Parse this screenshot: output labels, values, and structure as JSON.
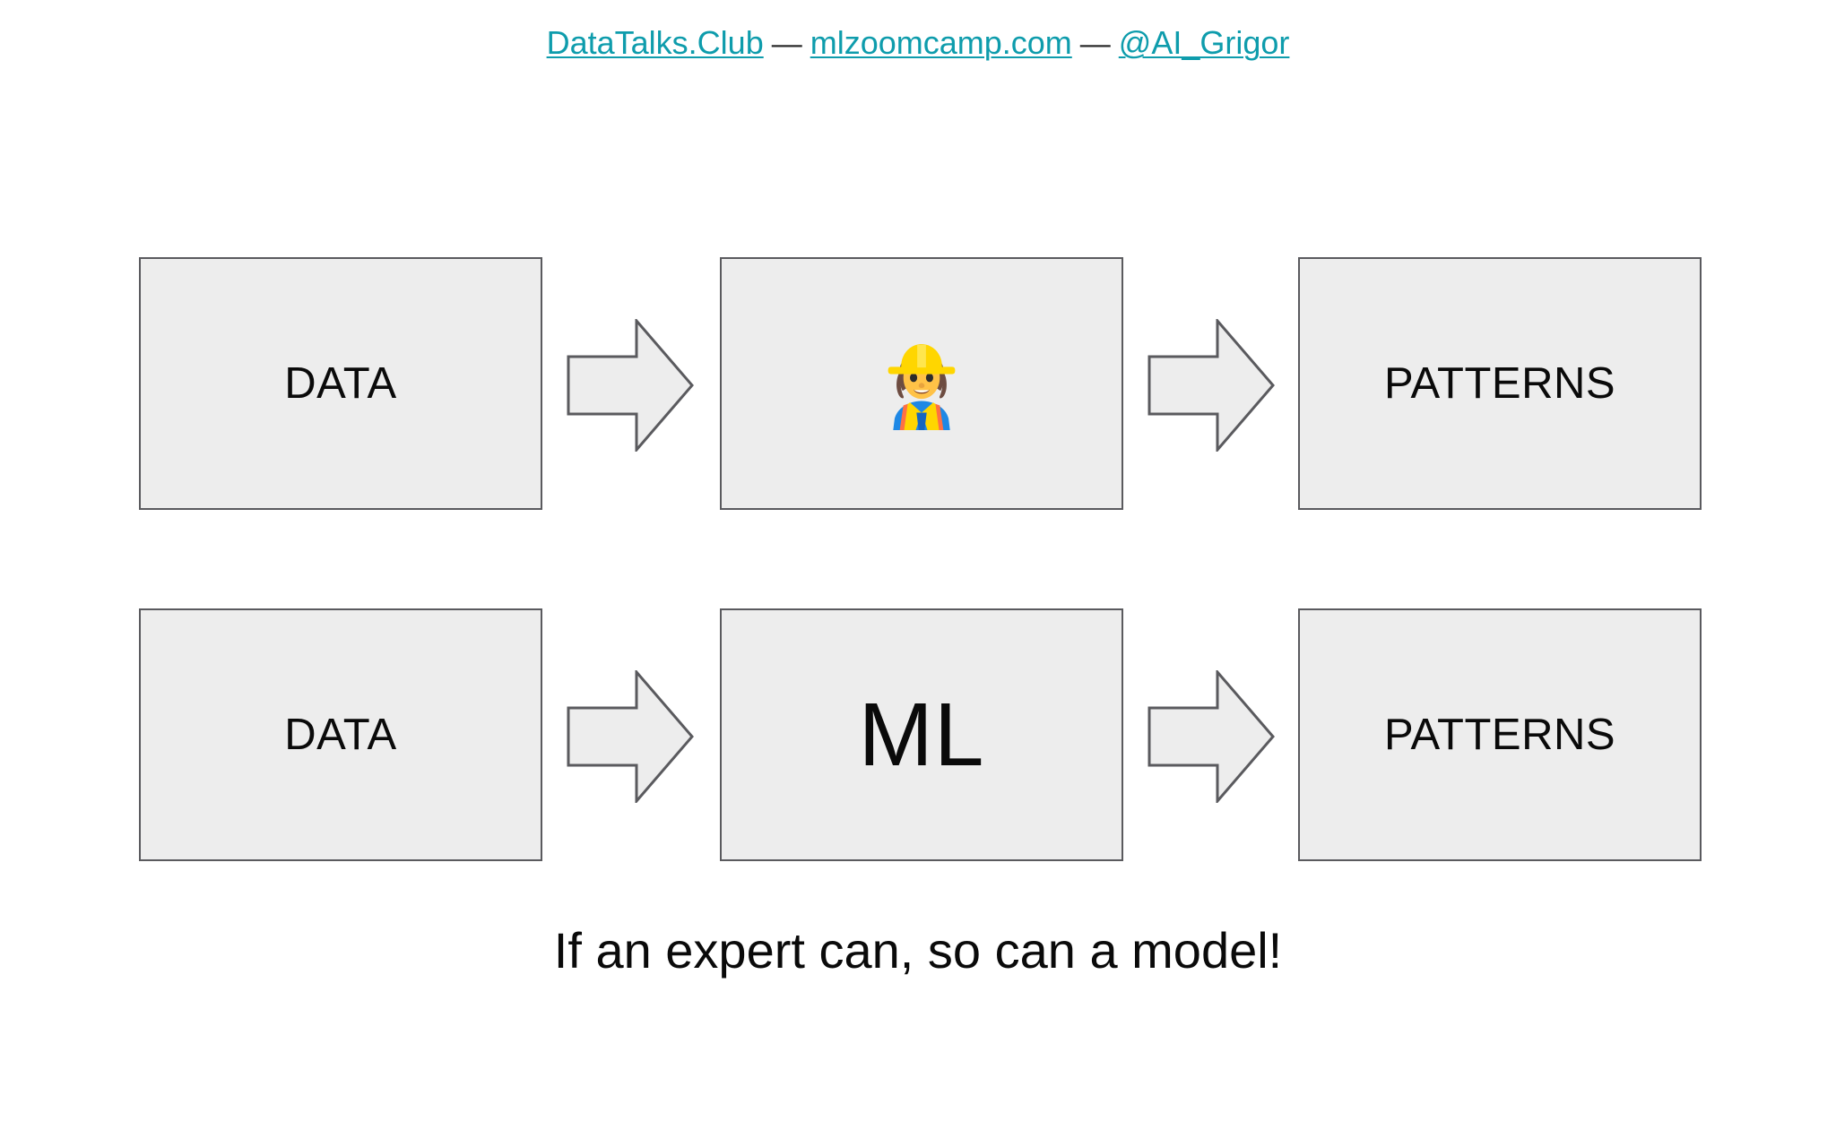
{
  "slide": {
    "background_color": "#ffffff",
    "header": {
      "links": [
        {
          "label": "DataTalks.Club",
          "name": "datatalks-club-link"
        },
        {
          "label": "mlzoomcamp.com",
          "name": "mlzoomcamp-link"
        },
        {
          "label": "@AI_Grigor",
          "name": "ai-grigor-link"
        }
      ],
      "separator": "—",
      "link_color": "#0E9CAC",
      "separator_color": "#2b2b2b"
    },
    "diagram": {
      "box_fill": "#EDEDED",
      "box_border": "#5A5A5E",
      "arrow_fill": "#EDEDED",
      "arrow_border": "#5A5A5E",
      "rows": [
        {
          "name": "expert-pipeline",
          "boxes": [
            {
              "label": "DATA",
              "kind": "text"
            },
            {
              "label": "👷",
              "kind": "emoji",
              "icon": "construction-worker-emoji"
            },
            {
              "label": "PATTERNS",
              "kind": "text"
            }
          ],
          "arrows": [
            "right-arrow",
            "right-arrow"
          ]
        },
        {
          "name": "ml-pipeline",
          "boxes": [
            {
              "label": "DATA",
              "kind": "text"
            },
            {
              "label": "ML",
              "kind": "text-large"
            },
            {
              "label": "PATTERNS",
              "kind": "text"
            }
          ],
          "arrows": [
            "right-arrow",
            "right-arrow"
          ]
        }
      ]
    },
    "caption": "If an expert can, so can a model!"
  }
}
